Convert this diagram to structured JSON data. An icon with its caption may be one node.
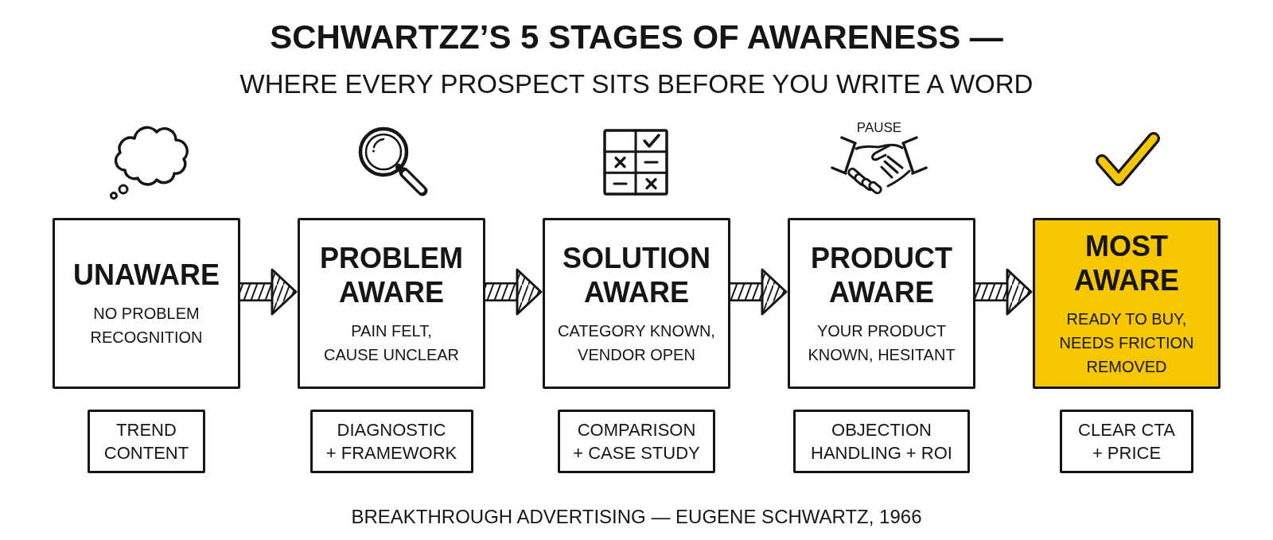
{
  "diagram": {
    "title": "SCHWARTZZ’S 5 STAGES OF AWARENESS —",
    "caption": "BREAKTHROUGH ADVERTISING — EUGENE SCHWARTZ, 1966",
    "nodes": [
      {
        "text": [
          "UNAWARE",
          "NO PROBLEM RECOGNITION"
        ]
      },
      {
        "text": [
          "PROBLEM AWARE",
          "PAIN FELT, CAUSE UNCLEAR"
        ]
      },
      {
        "text": [
          "SOLUTION AWARE",
          "CATEGORY KNOWN, VENDOR OPEN"
        ]
      },
      {
        "text": [
          "PRODUCT AWARE",
          "YOUR PRODUCT KNOWN, HESITANT"
        ]
      },
      {
        "text": [
          "MOST AWARE",
          "READY TO BUY, NEEDS FRICTION REMOVED"
        ]
      },
      {
        "text": [
          "TREND CONTENT"
        ]
      },
      {
        "text": [
          "DIAGNOSTIC + FRAMEWORK"
        ]
      },
      {
        "text": [
          "COMPARISON + CASE STUDY"
        ]
      },
      {
        "text": [
          "OBJECTION HANDLING + ROI"
        ]
      },
      {
        "text": [
          "CLEAR CTA + PRICE"
        ]
      }
    ],
    "edges": [
      {
        "from": 0,
        "to": 1,
        "arrow": "to"
      },
      {
        "from": 1,
        "to": 2,
        "arrow": "to"
      },
      {
        "from": 2,
        "to": 3,
        "arrow": "to"
      },
      {
        "from": 3,
        "to": 4,
        "arrow": "to"
      }
    ],
    "labels": [
      "WHERE EVERY PROSPECT SITS BEFORE YOU WRITE A WORD",
      "PAUSE"
    ]
  }
}
